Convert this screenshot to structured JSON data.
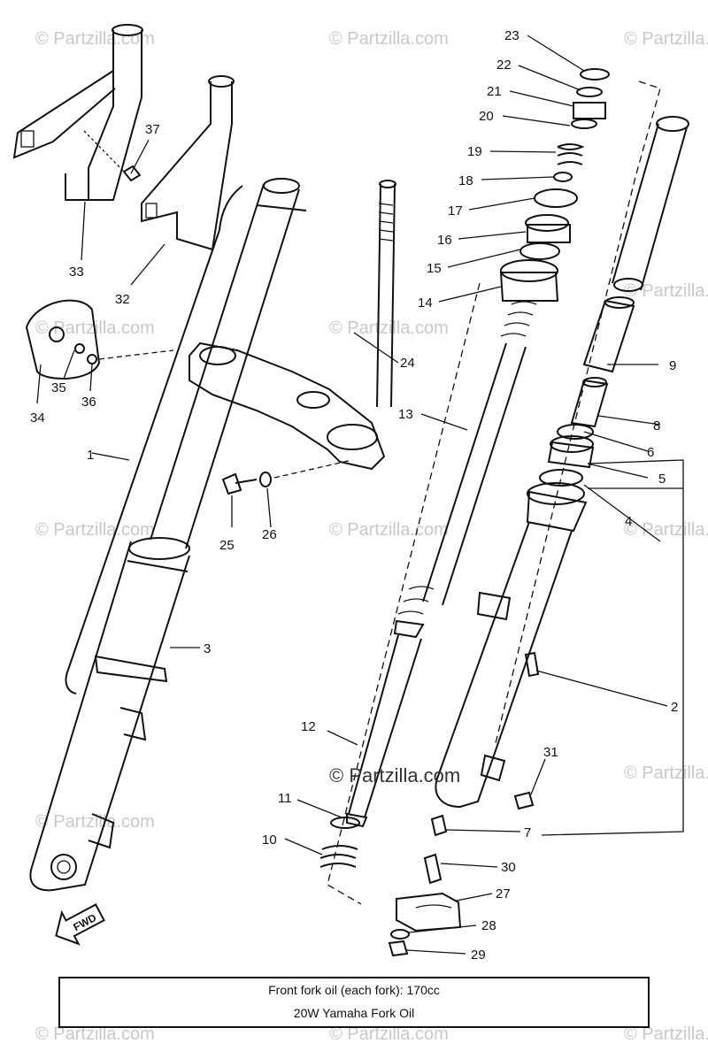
{
  "watermark": {
    "text": "© Partzilla.com",
    "center_text": "© Partzilla.com"
  },
  "callouts": {
    "n1": "1",
    "n2": "2",
    "n3": "3",
    "n4": "4",
    "n5": "5",
    "n6": "6",
    "n7": "7",
    "n8": "8",
    "n9": "9",
    "n10": "10",
    "n11": "11",
    "n12": "12",
    "n13": "13",
    "n14": "14",
    "n15": "15",
    "n16": "16",
    "n17": "17",
    "n18": "18",
    "n19": "19",
    "n20": "20",
    "n21": "21",
    "n22": "22",
    "n23": "23",
    "n24": "24",
    "n25": "25",
    "n26": "26",
    "n27": "27",
    "n28": "28",
    "n29": "29",
    "n30": "30",
    "n31": "31",
    "n32": "32",
    "n33": "33",
    "n34": "34",
    "n35": "35",
    "n36": "36",
    "n37": "37"
  },
  "fwd_badge": "FWD",
  "note": {
    "line1": "Front fork oil (each fork): 170cc",
    "line2": "20W Yamaha Fork Oil"
  }
}
